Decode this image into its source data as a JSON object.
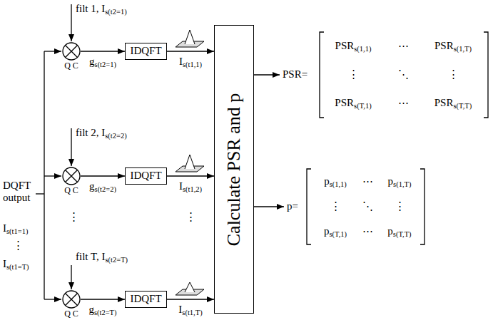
{
  "diagram": {
    "nodes": [
      {
        "text": [
          "Q C"
        ]
      },
      {
        "text": [
          "IDQFT"
        ]
      },
      {
        "text": [
          "Q C"
        ]
      },
      {
        "text": [
          "IDQFT"
        ]
      },
      {
        "text": [
          "Q C"
        ]
      },
      {
        "text": [
          "IDQFT"
        ]
      },
      {
        "text": [
          "Calculate PSR and p"
        ]
      }
    ],
    "edges": [
      {
        "from": 0,
        "to": 1,
        "arrow": "to",
        "label": "gs(t2=1)"
      },
      {
        "from": 1,
        "to": 6,
        "arrow": "to",
        "label": "Is(t1,1)"
      },
      {
        "from": 2,
        "to": 3,
        "arrow": "to",
        "label": "gs(t2=2)"
      },
      {
        "from": 3,
        "to": 6,
        "arrow": "to",
        "label": "Is(t1,2)"
      },
      {
        "from": 4,
        "to": 5,
        "arrow": "to",
        "label": "gs(t2=T)"
      },
      {
        "from": 5,
        "to": 6,
        "arrow": "to",
        "label": "Is(t1,T)"
      }
    ],
    "labels": [
      "DQFT output",
      "Is(t1=1)",
      "⋮",
      "Is(t1=T)",
      "filt 1, Is(t2=1)",
      "filt 2, Is(t2=2)",
      "⋮",
      "filt T, Is(t2=T)",
      "⋮",
      "PSR=",
      "PSRs(1,1)",
      "⋯",
      "PSRs(1,T)",
      "⋮",
      "⋱",
      "⋮",
      "PSRs(T,1)",
      "⋯",
      "PSRs(T,T)",
      "p=",
      "ps(1,1)",
      "⋯",
      "ps(1,T)",
      "⋮",
      "⋱",
      "⋮",
      "ps(T,1)",
      "⋯",
      "ps(T,T)"
    ]
  }
}
